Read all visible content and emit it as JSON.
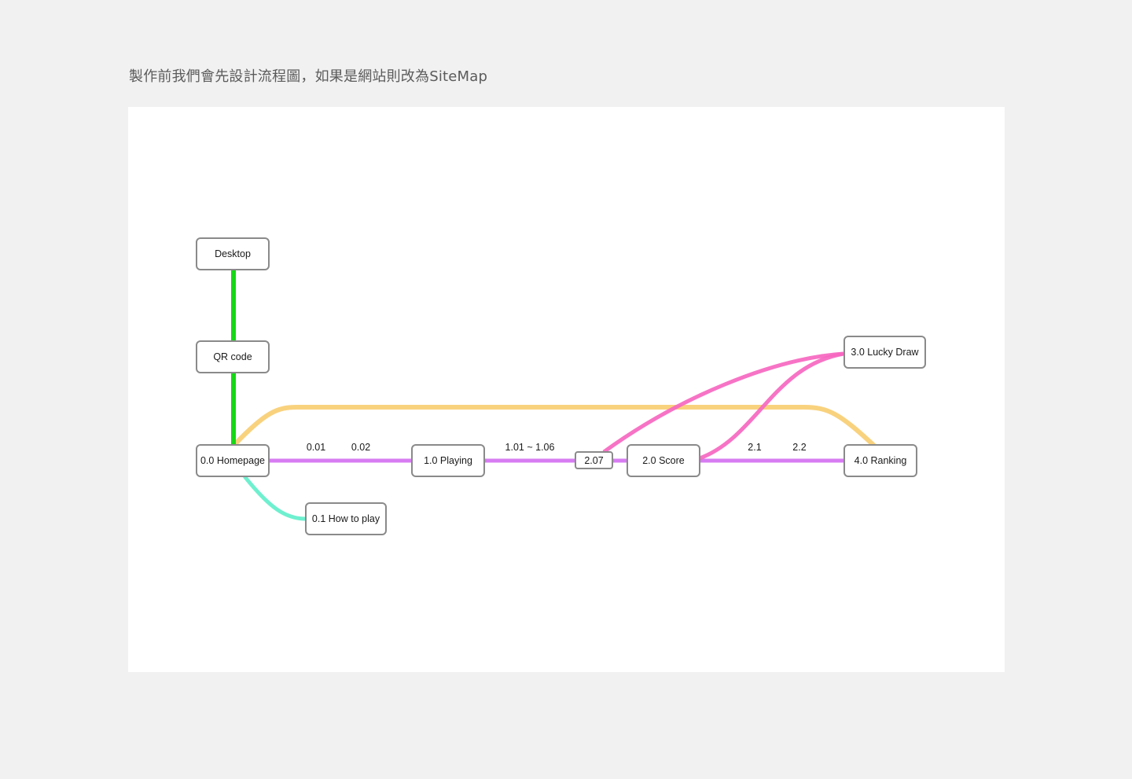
{
  "page": {
    "caption": "製作前我們會先設計流程圖，如果是網站則改為SiteMap"
  },
  "diagram": {
    "nodes": {
      "desktop": "Desktop",
      "qr_code": "QR code",
      "homepage": "0.0 Homepage",
      "how_to_play": "0.1 How to play",
      "playing": "1.0 Playing",
      "step_207": "2.07",
      "score": "2.0 Score",
      "lucky_draw": "3.0 Lucky Draw",
      "ranking": "4.0 Ranking"
    },
    "edge_labels": {
      "l001": "0.01",
      "l002": "0.02",
      "l101_106": "1.01 ~ 1.06",
      "l21": "2.1",
      "l22": "2.2"
    },
    "colors": {
      "green_line": "#16d816",
      "purple_line": "#d77cf2",
      "orange_line": "#f9d27e",
      "teal_line": "#6ef0cf",
      "pink_line": "#f667c0",
      "node_border": "#8a8a8a",
      "canvas_bg": "#ffffff",
      "page_bg": "#f1f1f1"
    }
  }
}
